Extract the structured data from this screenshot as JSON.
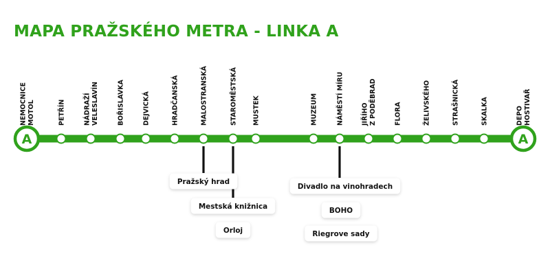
{
  "title": "MAPA PRAŽSKÉHO METRA - LINKA A",
  "colors": {
    "line": "#30a21c",
    "title": "#30a21c",
    "text": "#111111",
    "connector": "#111111",
    "station_fill": "#ffffff",
    "card_fill": "#ffffff"
  },
  "line_letter": "A",
  "stations": [
    {
      "lines": [
        "NEMOCNICE",
        "MOTOL"
      ],
      "terminal": true
    },
    {
      "lines": [
        "PETŘÍN"
      ]
    },
    {
      "lines": [
        "NÁDRAŽÍ",
        "VELESLAVÍN"
      ]
    },
    {
      "lines": [
        "BOŘISLAVKA"
      ]
    },
    {
      "lines": [
        "DEJVICKÁ"
      ]
    },
    {
      "lines": [
        "HRADČANSKÁ"
      ]
    },
    {
      "lines": [
        "MALOSTRANSKÁ"
      ]
    },
    {
      "lines": [
        "STAROMĚSTSKÁ"
      ]
    },
    {
      "lines": [
        "MUSTEK"
      ]
    },
    {
      "lines": [
        "MUZEUM"
      ]
    },
    {
      "lines": [
        "NÁMĚSTÍ MÍRU"
      ]
    },
    {
      "lines": [
        "JIŘÍHO",
        "Z PODĚBRAD"
      ]
    },
    {
      "lines": [
        "FLORA"
      ]
    },
    {
      "lines": [
        "ŽELIVSKÉHO"
      ]
    },
    {
      "lines": [
        "STRAŠNICKÁ"
      ]
    },
    {
      "lines": [
        "SKALKA"
      ]
    },
    {
      "lines": [
        "DEPO",
        "HOSTIVAŘ"
      ],
      "terminal": true
    }
  ],
  "places": [
    {
      "label": "Pražský hrad",
      "station": "MALOSTRANSKÁ"
    },
    {
      "label": "Mestská knižnica",
      "station": "STAROMĚSTSKÁ"
    },
    {
      "label": "Orloj",
      "station": "STAROMĚSTSKÁ"
    },
    {
      "label": "Divadlo na vinohradech",
      "station": "NÁMĚSTÍ MÍRU"
    },
    {
      "label": "BOHO",
      "station": "NÁMĚSTÍ MÍRU"
    },
    {
      "label": "Riegrove sady",
      "station": "NÁMĚSTÍ MÍRU"
    }
  ]
}
